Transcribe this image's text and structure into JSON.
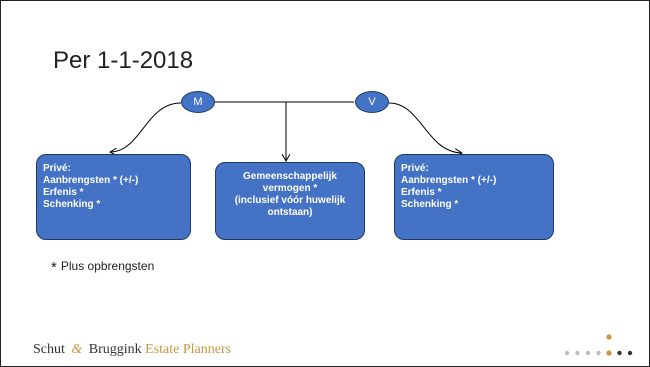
{
  "slide": {
    "title": "Per 1-1-2018"
  },
  "diagram": {
    "nodes": {
      "left": "M",
      "right": "V"
    },
    "boxes": {
      "left": [
        "Privé:",
        "Aanbrengsten * (+/-)",
        "Erfenis *",
        "Schenking *"
      ],
      "middle": [
        "Gemeenschappelijk",
        "vermogen *",
        "(inclusief vóór huwelijk",
        "ontstaan)"
      ],
      "right": [
        "Privé:",
        "Aanbrengsten * (+/-)",
        "Erfenis *",
        "Schenking *"
      ]
    },
    "colors": {
      "box_fill": "#4472C4",
      "box_border": "#1f3864",
      "accent": "#c8963e"
    }
  },
  "footnote": {
    "star": "*",
    "text": "Plus opbrengsten"
  },
  "footer": {
    "logo_part1": "Schut",
    "logo_amp": "&",
    "logo_part2": "Bruggink",
    "logo_part3": "Estate Planners",
    "slide_indicator": {
      "total": 7,
      "current": 5
    }
  }
}
